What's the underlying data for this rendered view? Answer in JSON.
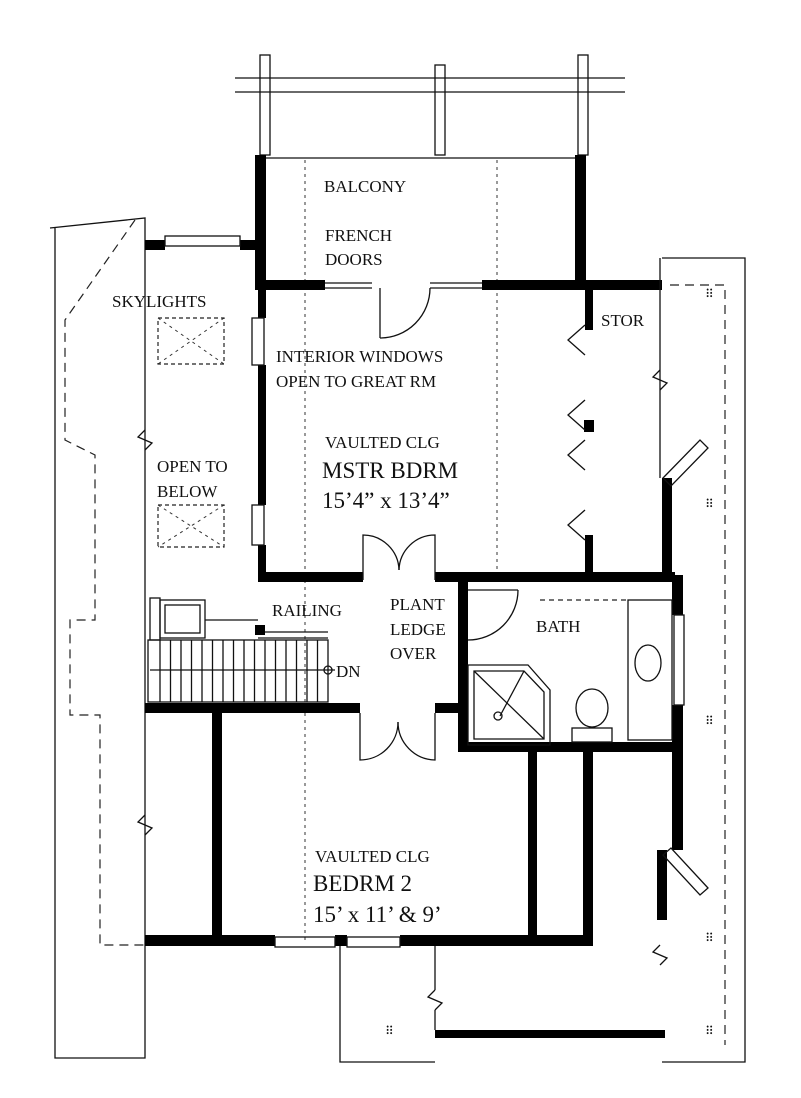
{
  "labels": {
    "balcony": "BALCONY",
    "french_doors_1": "FRENCH",
    "french_doors_2": "DOORS",
    "skylights": "SKYLIGHTS",
    "stor": "STOR",
    "interior_windows_1": "INTERIOR WINDOWS",
    "interior_windows_2": "OPEN TO GREAT RM",
    "mstr_vaulted": "VAULTED CLG",
    "mstr_name": "MSTR BDRM",
    "mstr_size": "15’4” x 13’4”",
    "open_below_1": "OPEN TO",
    "open_below_2": "BELOW",
    "railing": "RAILING",
    "plant_1": "PLANT",
    "plant_2": "LEDGE",
    "plant_3": "OVER",
    "bath": "BATH",
    "dn": "DN",
    "bed2_vaulted": "VAULTED CLG",
    "bed2_name": "BEDRM 2",
    "bed2_size": "15’ x 11’ & 9’"
  }
}
